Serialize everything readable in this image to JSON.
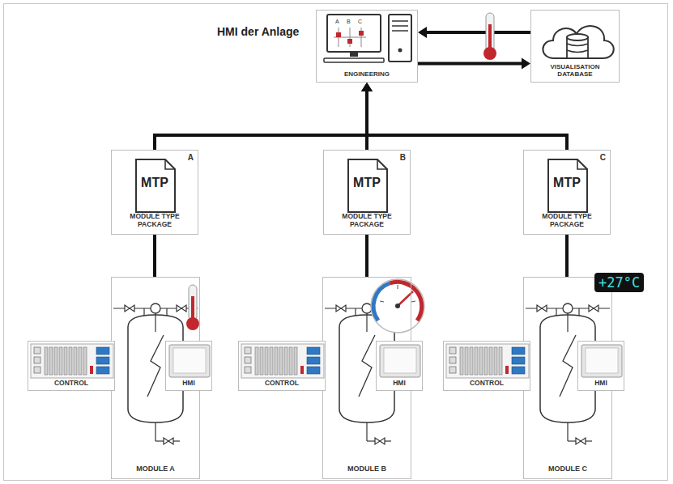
{
  "diagram": {
    "nodes": [
      {
        "text": [
          "ENGINEERING"
        ]
      },
      {
        "text": [
          "VISUALISATION DATABASE"
        ]
      },
      {
        "text": [
          "MTP",
          "A",
          "MODULE TYPE PACKAGE"
        ]
      },
      {
        "text": [
          "MTP",
          "B",
          "MODULE TYPE PACKAGE"
        ]
      },
      {
        "text": [
          "MTP",
          "C",
          "MODULE TYPE PACKAGE"
        ]
      },
      {
        "text": [
          "MODULE A"
        ]
      },
      {
        "text": [
          "CONTROL"
        ],
        "in": 5
      },
      {
        "text": [
          "HMI"
        ],
        "in": 5
      },
      {
        "text": [
          "MODULE B"
        ]
      },
      {
        "text": [
          "CONTROL"
        ],
        "in": 8
      },
      {
        "text": [
          "HMI"
        ],
        "in": 8
      },
      {
        "text": [
          "MODULE C"
        ]
      },
      {
        "text": [
          "CONTROL"
        ],
        "in": 11
      },
      {
        "text": [
          "HMI"
        ],
        "in": 11
      }
    ],
    "edges": [
      {
        "from": 1,
        "to": 0,
        "arrow": "to"
      },
      {
        "from": 0,
        "to": 1,
        "arrow": "to"
      },
      {
        "from": 2,
        "to": 0,
        "arrow": "to"
      },
      {
        "from": 3,
        "to": 0,
        "arrow": "to"
      },
      {
        "from": 4,
        "to": 0,
        "arrow": "to"
      },
      {
        "from": 2,
        "to": 5,
        "arrow": "none"
      },
      {
        "from": 3,
        "to": 8,
        "arrow": "none"
      },
      {
        "from": 4,
        "to": 11,
        "arrow": "none"
      }
    ],
    "labels": [
      "HMI der Anlage",
      "A",
      "B",
      "C",
      "+27°C"
    ]
  }
}
